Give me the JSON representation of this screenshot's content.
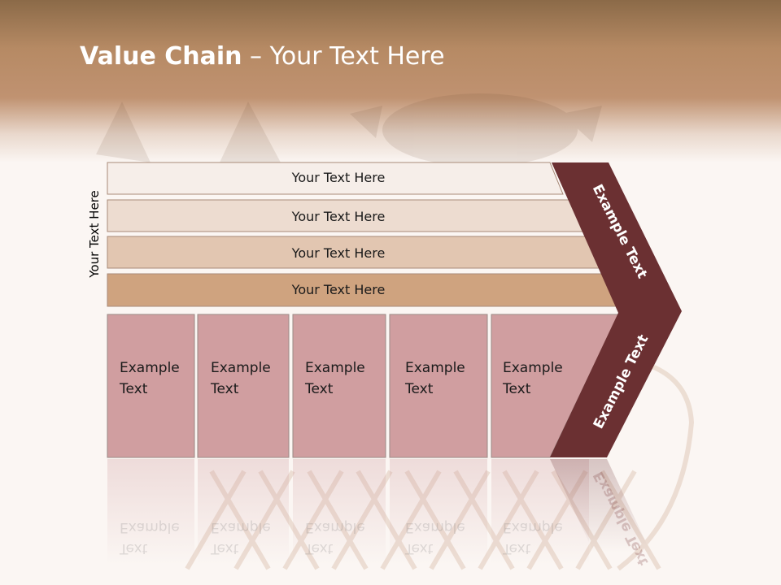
{
  "title": {
    "bold": "Value Chain",
    "rest": " – Your Text Here"
  },
  "side_label": "Your Text Here",
  "bars": [
    {
      "label": "Your Text Here",
      "color": "#f6eee9"
    },
    {
      "label": "Your Text Here",
      "color": "#eddcd0"
    },
    {
      "label": "Your Text Here",
      "color": "#e2c6b1"
    },
    {
      "label": "Your Text Here",
      "color": "#cfa37f"
    }
  ],
  "boxes": [
    {
      "line1": "Example",
      "line2": "Text"
    },
    {
      "line1": "Example",
      "line2": "Text"
    },
    {
      "line1": "Example",
      "line2": "Text"
    },
    {
      "line1": "Example",
      "line2": "Text"
    },
    {
      "line1": "Example",
      "line2": "Text"
    }
  ],
  "chevron_upper": "Example Text",
  "chevron_lower": "Example Text",
  "colors": {
    "box": "#d09ea0",
    "chevron": "#6b3032",
    "header": "#b68a64"
  }
}
